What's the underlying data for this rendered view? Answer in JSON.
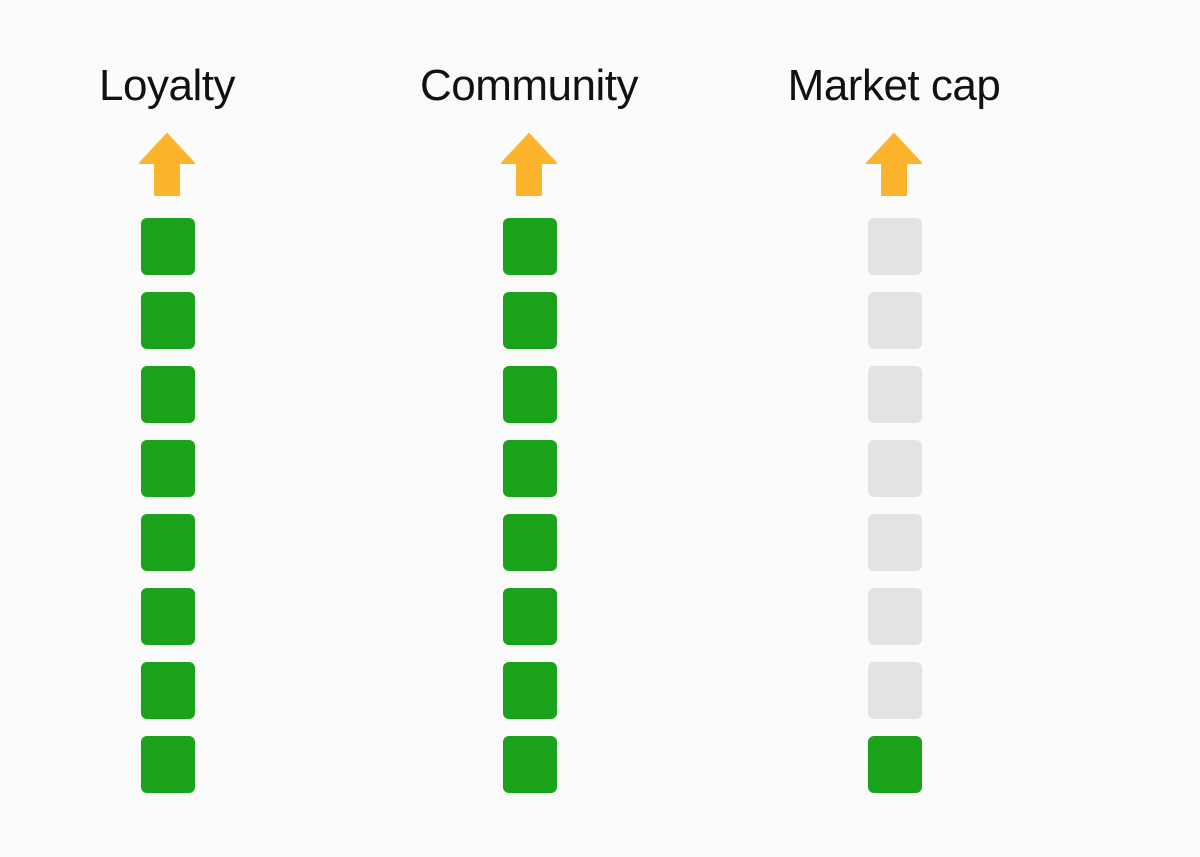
{
  "chart_data": {
    "type": "table",
    "max_level": 8,
    "columns": [
      {
        "title": "Loyalty",
        "value": 8,
        "trend": "up"
      },
      {
        "title": "Community",
        "value": 8,
        "trend": "up"
      },
      {
        "title": "Market cap",
        "value": 1,
        "trend": "up"
      }
    ]
  },
  "colors": {
    "filled": "#1aa21a",
    "empty": "#e3e3e3",
    "arrow": "#fbb42c",
    "text": "#111111",
    "background": "#fbfbfb"
  },
  "icons": {
    "trend_up": "arrow-up-icon"
  }
}
